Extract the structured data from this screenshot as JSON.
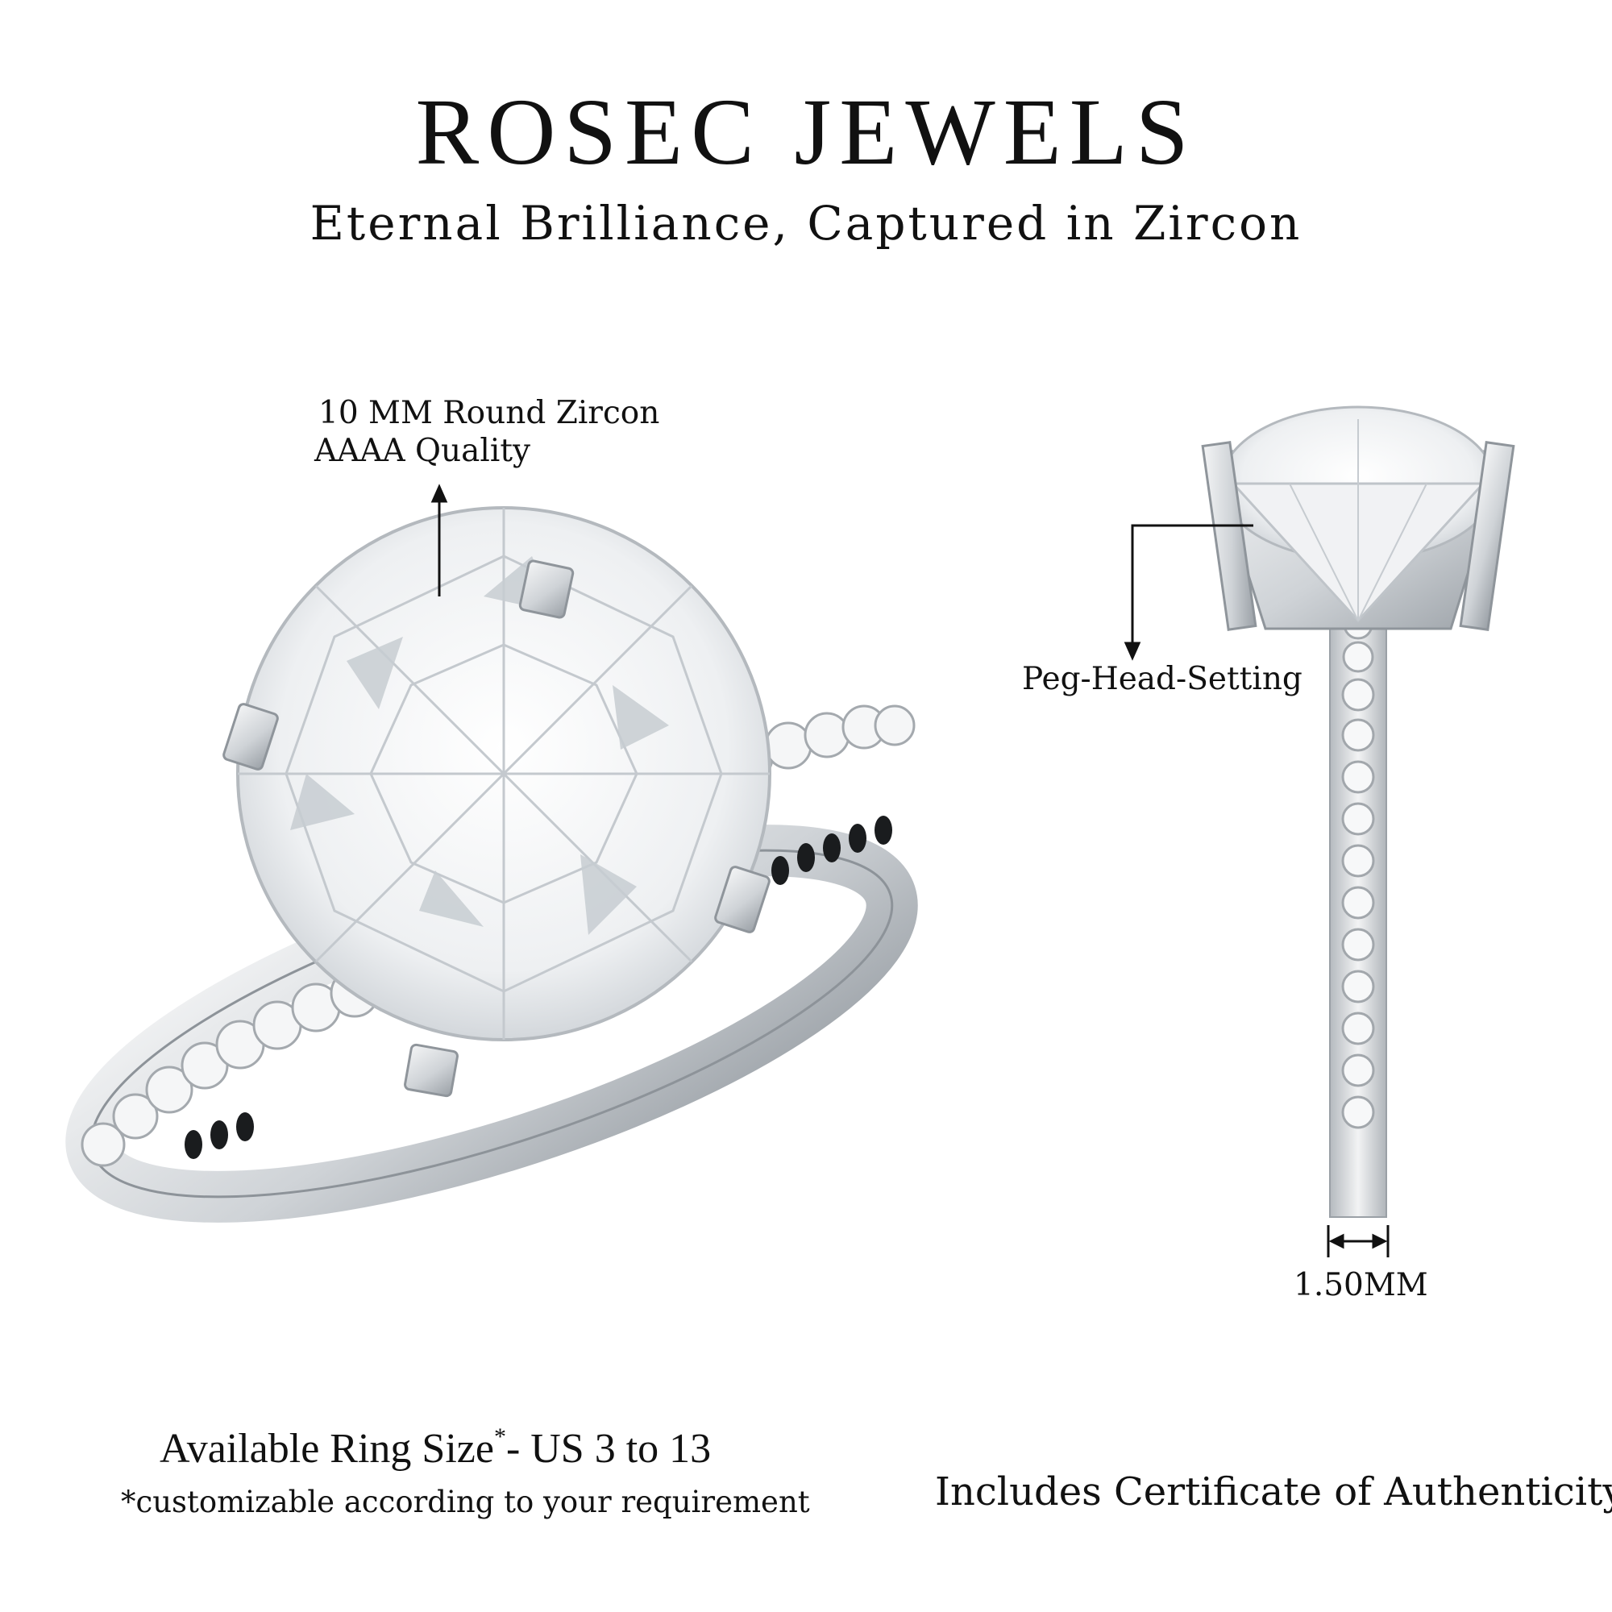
{
  "brand": {
    "name": "ROSEC JEWELS",
    "tagline": "Eternal Brilliance, Captured in Zircon"
  },
  "callouts": {
    "stone_line1": "10 MM Round Zircon",
    "stone_line2": "AAAA Quality",
    "setting": "Peg-Head-Setting",
    "band_width": "1.50MM"
  },
  "footer": {
    "size_label": "Available Ring Size",
    "size_asterisk": "*",
    "size_range": "- US 3 to 13",
    "note": "*customizable according to your requirement",
    "certificate": "Includes Certificate of Authenticity"
  },
  "colors": {
    "metal": "#d6d9dc",
    "metal_shadow": "#9aa0a6",
    "stone": "#f2f3f5",
    "facet": "#b9bec4",
    "ink": "#111111"
  }
}
